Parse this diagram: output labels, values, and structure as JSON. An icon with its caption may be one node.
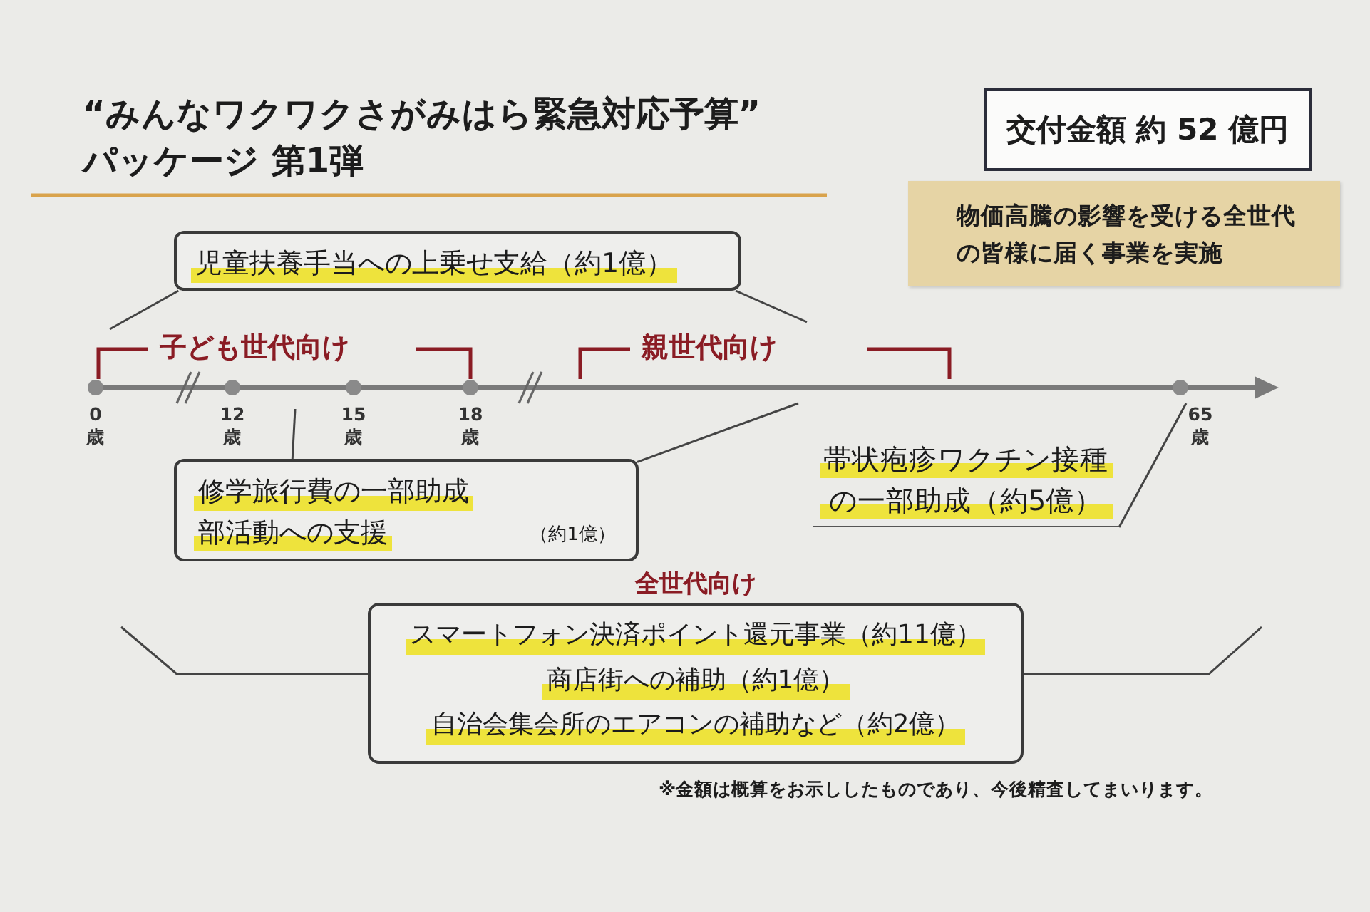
{
  "diagram": {
    "title": "“みんなワクワクさがみはら緊急対応予算” パッケージ 第1弾",
    "nodes": [
      {
        "text": [
          "交付金額 約 52 億円"
        ]
      },
      {
        "text": [
          "物価高騰の影響を受ける全世代の皆様に届く事業を実施"
        ]
      },
      {
        "text": [
          "児童扶養手当への上乗せ支給（約1億）"
        ]
      },
      {
        "text": [
          "修学旅行費の一部助成",
          "部活動への支援",
          "（約1億）"
        ]
      },
      {
        "text": [
          "帯状疱疹ワクチン接種の一部助成（約5億）"
        ]
      },
      {
        "text": [
          "65歳"
        ]
      },
      {
        "text": [
          "全世代向け",
          "スマートフォン決済ポイント還元事業（約11億）",
          "商店街への補助（約1億）",
          "自治会集会所のエアコンの補助など（約2億）"
        ]
      }
    ],
    "edges": [
      {
        "from": 2,
        "to": null,
        "arrow": "none"
      },
      {
        "from": 2,
        "to": null,
        "arrow": "none"
      },
      {
        "from": 3,
        "to": null,
        "arrow": "none"
      },
      {
        "from": 3,
        "to": null,
        "arrow": "none"
      },
      {
        "from": 4,
        "to": 5,
        "arrow": "none"
      }
    ],
    "labels": [
      "子ども世代向け",
      "親世代向け",
      "0歳",
      "12歳",
      "15歳",
      "18歳",
      "※金額は概算をお示ししたものであり、今後精査してまいります。"
    ]
  }
}
